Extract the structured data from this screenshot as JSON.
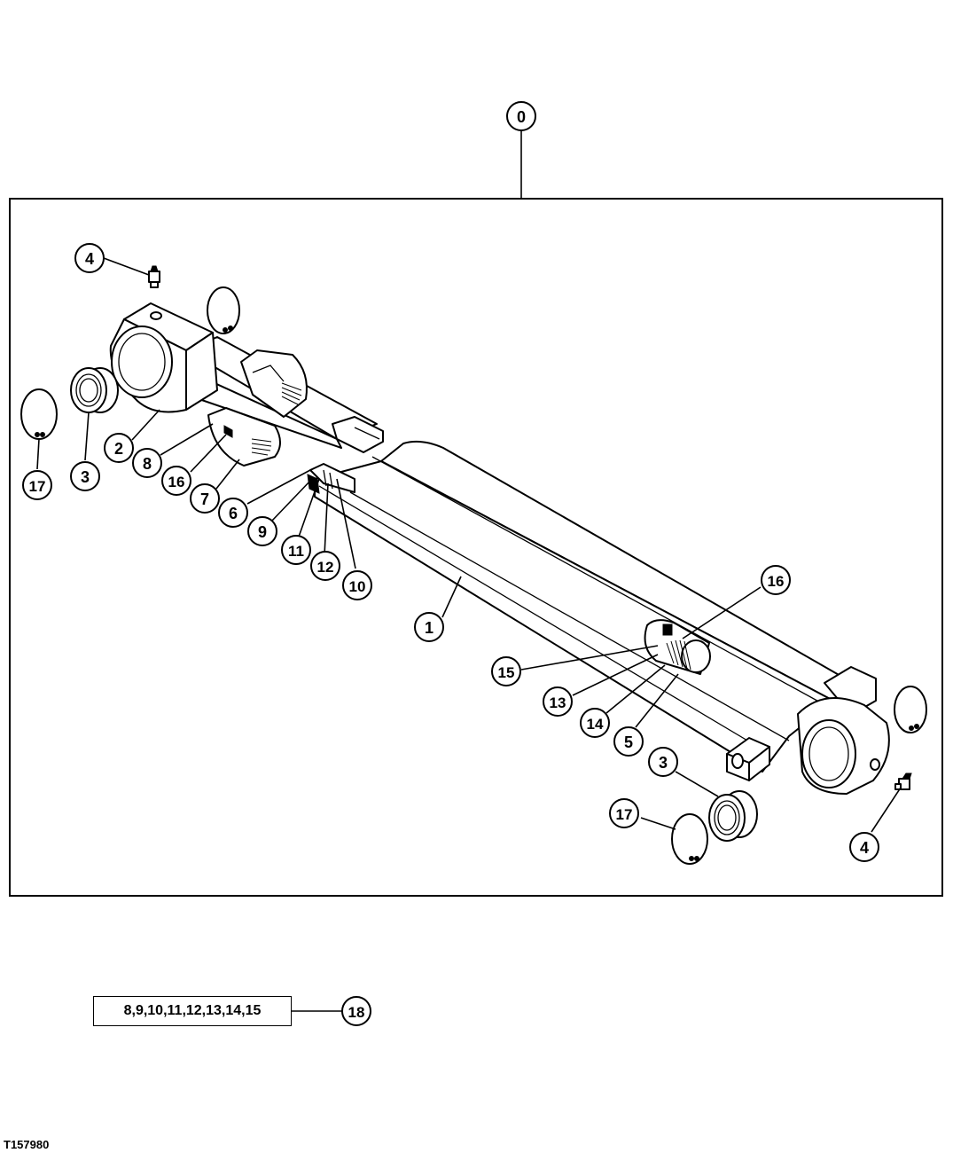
{
  "callouts": [
    {
      "id": "c0",
      "label": "0"
    },
    {
      "id": "c1",
      "label": "1"
    },
    {
      "id": "c2",
      "label": "2"
    },
    {
      "id": "c3a",
      "label": "3"
    },
    {
      "id": "c3b",
      "label": "3"
    },
    {
      "id": "c4a",
      "label": "4"
    },
    {
      "id": "c4b",
      "label": "4"
    },
    {
      "id": "c5",
      "label": "5"
    },
    {
      "id": "c6",
      "label": "6"
    },
    {
      "id": "c7",
      "label": "7"
    },
    {
      "id": "c8",
      "label": "8"
    },
    {
      "id": "c9",
      "label": "9"
    },
    {
      "id": "c10",
      "label": "10"
    },
    {
      "id": "c11",
      "label": "11"
    },
    {
      "id": "c12",
      "label": "12"
    },
    {
      "id": "c13",
      "label": "13"
    },
    {
      "id": "c14",
      "label": "14"
    },
    {
      "id": "c15",
      "label": "15"
    },
    {
      "id": "c16a",
      "label": "16"
    },
    {
      "id": "c16b",
      "label": "16"
    },
    {
      "id": "c17a",
      "label": "17"
    },
    {
      "id": "c17b",
      "label": "17"
    },
    {
      "id": "c18",
      "label": "18"
    }
  ],
  "kit": {
    "contents": "8,9,10,11,12,13,14,15"
  },
  "figure_id": "T157980"
}
